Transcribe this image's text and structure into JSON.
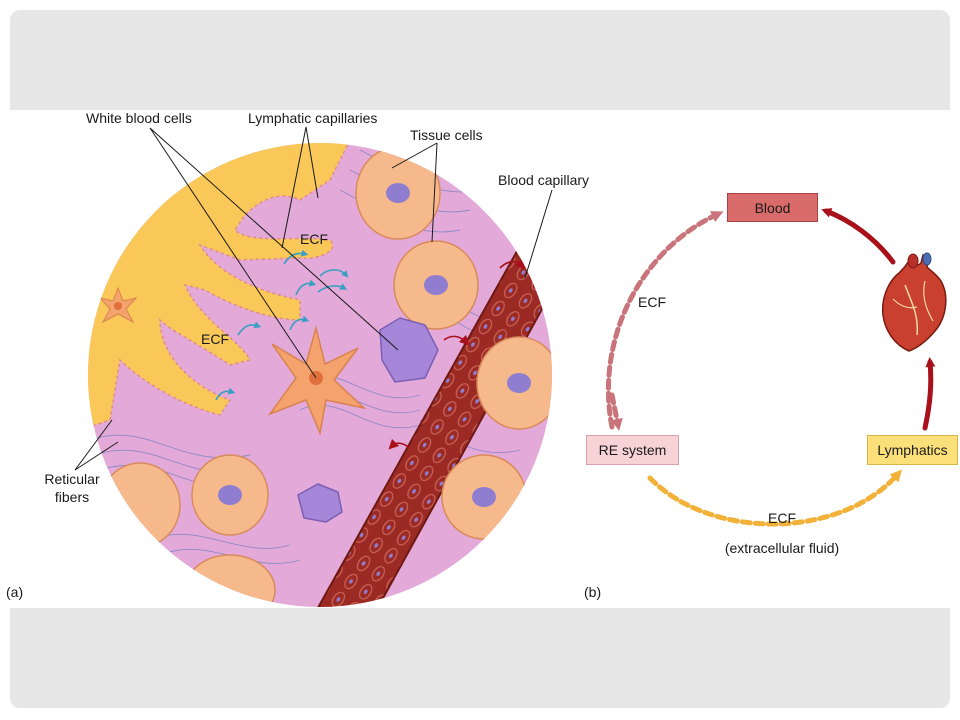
{
  "panel_a": {
    "panel_label": "(a)",
    "labels": {
      "white_blood_cells": "White blood cells",
      "lymphatic_capillaries": "Lymphatic capillaries",
      "tissue_cells": "Tissue cells",
      "blood_capillary": "Blood capillary",
      "ecf_upper": "ECF",
      "ecf_lower": "ECF",
      "reticular_fibers_line1": "Reticular",
      "reticular_fibers_line2": "fibers"
    }
  },
  "panel_b": {
    "panel_label": "(b)",
    "nodes": {
      "blood": "Blood",
      "re_system": "RE system",
      "lymphatics": "Lymphatics"
    },
    "ecf_left": "ECF",
    "ecf_bottom_line1": "ECF",
    "ecf_bottom_line2": "(extracellular fluid)"
  },
  "colors": {
    "blood_box": "#d96b6b",
    "re_box": "#f7d3d6",
    "lymph_box": "#fbe07a",
    "arrow_red": "#a8101a",
    "arrow_pink": "#c9737a",
    "arrow_yellow": "#f2b23a",
    "tissue_pink": "#e3a9d8",
    "lymph_yellow": "#f9c858",
    "cell_orange": "#f6b98c",
    "nucleus_purple": "#8f7ed0",
    "capillary_red": "#9c2a24"
  },
  "icons": [
    "heart-icon"
  ]
}
